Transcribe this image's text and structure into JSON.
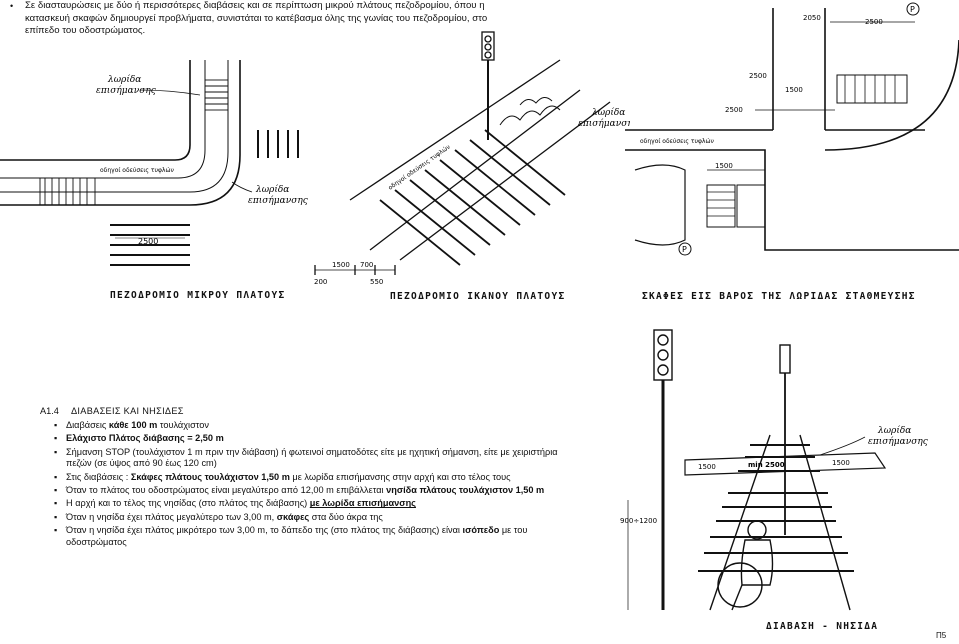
{
  "intro": {
    "bullet": "•",
    "text": "Σε διασταυρώσεις με δύο ή περισσότερες διαβάσεις και σε περίπτωση μικρού πλάτους πεζοδρομίου, όπου η κατασκευή σκαφών δημιουργεί προβλήματα, συνιστάται το κατέβασμα όλης της γωνίας του πεζοδρομίου, στο επίπεδο του οδοστρώματος."
  },
  "drawings": {
    "d1": {
      "caption": "ΠΕΖΟΔΡΟΜΙΟ ΜΙΚΡΟΥ ΠΛΑΤΟΥΣ",
      "label_top": "λωρίδα",
      "label_top2": "επισήμανσης",
      "label_right": "λωρίδα",
      "label_right2": "επισήμανσης",
      "curb_text": "οδηγοί οδεύσεις τυφλών",
      "dim": "2500"
    },
    "d2": {
      "caption": "ΠΕΖΟΔΡΟΜΙΟ ΙΚΑΝΟΥ ΠΛΑΤΟΥΣ",
      "label": "λωρίδα",
      "label2": "επισήμανσης",
      "curb_text": "οδηγοί οδεύσεις τυφλών",
      "dim1": "1500",
      "dim2": "700",
      "dim3": "200",
      "dim4": "550"
    },
    "d3": {
      "caption": "ΣΚΑΦΕΣ ΕΙΣ ΒΑΡΟΣ ΤΗΣ ΛΩΡΙΔΑΣ ΣΤΑΘΜΕΥΣΗΣ",
      "dim_a": "2050",
      "dim_b": "2500",
      "dim_c": "2500",
      "dim_d": "2500",
      "dim_e": "1500",
      "dim_f": "1500",
      "curb_text": "οδηγοί οδεύσεις τυφλών",
      "parking": "P"
    },
    "d4": {
      "caption": "ΔΙΑΒΑΣΗ - ΝΗΣΙΔΑ",
      "label": "λωρίδα",
      "label2": "επισήμανσης",
      "dim1": "1500",
      "dim2": "min 2500",
      "dim3": "1500",
      "height": "900÷1200"
    }
  },
  "section": {
    "number": "Α1.4",
    "title": "ΔΙΑΒΑΣΕΙΣ ΚΑΙ ΝΗΣΙΔΕΣ",
    "items": [
      {
        "parts": [
          {
            "t": "Διαβάσεις "
          },
          {
            "t": "κάθε 100 m",
            "s": "b"
          },
          {
            "t": " τουλάχιστον"
          }
        ]
      },
      {
        "parts": [
          {
            "t": "Ελάχιστο Πλάτος διάβασης = 2,50 m",
            "s": "b"
          }
        ]
      },
      {
        "parts": [
          {
            "t": "Σήμανση STOP (τουλάχιστον 1 m πριν την διάβαση) ή φωτεινοί σηματοδότες είτε με ηχητική σήμανση, είτε με χειριστήρια πεζών (σε ύψος από 90 έως 120 cm)"
          }
        ]
      },
      {
        "parts": [
          {
            "t": "Στις διαβάσεις : "
          },
          {
            "t": "Σκάφες πλάτους τουλάχιστον 1,50 m",
            "s": "b"
          },
          {
            "t": " με λωρίδα επισήμανσης στην αρχή και στο τέλος τους"
          }
        ]
      },
      {
        "parts": [
          {
            "t": "Όταν το πλάτος του οδοστρώματος είναι μεγαλύτερο από 12,00 m επιβάλλεται "
          },
          {
            "t": "νησίδα πλάτους τουλάχιστον 1,50 m",
            "s": "b"
          }
        ]
      },
      {
        "parts": [
          {
            "t": "Η αρχή και το τέλος της νησίδας (στο πλάτος της διάβασης) "
          },
          {
            "t": "με λωρίδα επισήμανσης",
            "s": "bu"
          }
        ]
      },
      {
        "parts": [
          {
            "t": "Όταν η νησίδα έχει πλάτος μεγαλύτερο των 3,00 m, "
          },
          {
            "t": "σκάφες",
            "s": "b"
          },
          {
            "t": " στα δύο άκρα της"
          }
        ]
      },
      {
        "parts": [
          {
            "t": "Όταν η νησίδα έχει πλάτος μικρότερο των 3,00 m, το δάπεδο της (στο πλάτος της διάβασης) είναι "
          },
          {
            "t": "ισόπεδο",
            "s": "b"
          },
          {
            "t": " με του οδοστρώματος"
          }
        ]
      }
    ]
  },
  "page_number": "Π5"
}
